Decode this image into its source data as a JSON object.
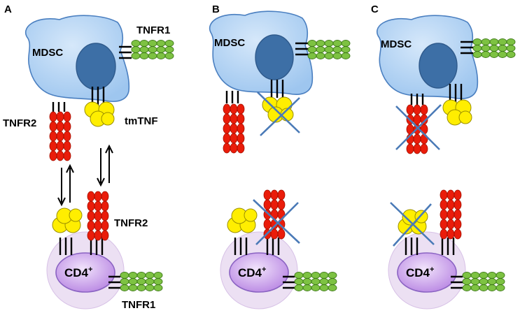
{
  "figure": {
    "panels": [
      {
        "letter": "A",
        "cell_label": "MDSC",
        "tcell_label": "CD4",
        "tcell_sup": "+"
      },
      {
        "letter": "B",
        "cell_label": "MDSC",
        "tcell_label": "CD4",
        "tcell_sup": "+"
      },
      {
        "letter": "C",
        "cell_label": "MDSC",
        "tcell_label": "CD4",
        "tcell_sup": "+"
      }
    ],
    "labels": {
      "tnfr1_top": "TNFR1",
      "tnfr2_left": "TNFR2",
      "tmtnf": "tmTNF",
      "tnfr2_right": "TNFR2",
      "tnfr1_bottom": "TNFR1"
    },
    "colors": {
      "mdsc_cell": "#a9cdf2",
      "nucleus": "#3d6fa6",
      "cd4_cell": "#c79ae8",
      "tnfr2": "#ea1c0a",
      "tnfr1": "#7dc242",
      "tmtnf": "#ffee00",
      "blocked_cross": "#4a7ab7"
    }
  }
}
